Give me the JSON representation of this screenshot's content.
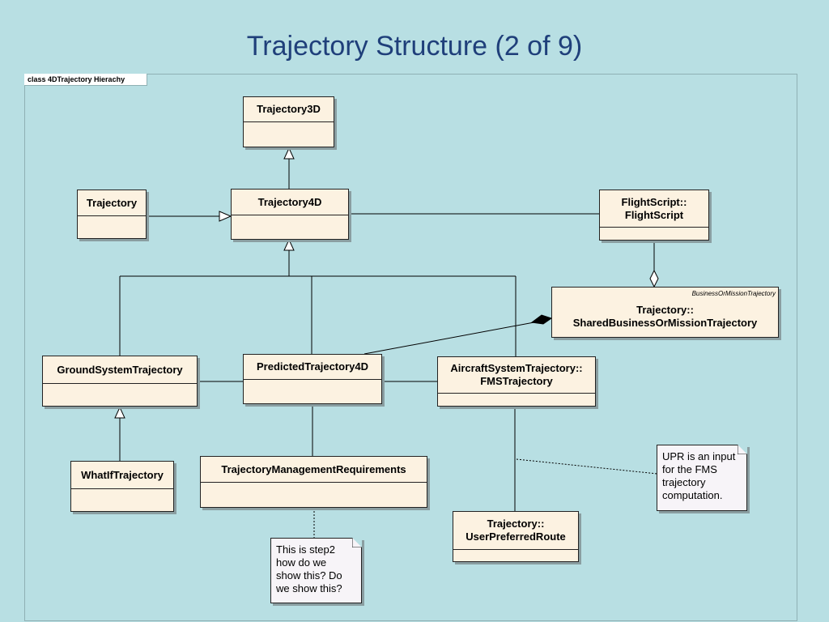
{
  "slide": {
    "title": "Trajectory Structure (2 of 9)"
  },
  "frame": {
    "label": "class 4DTrajectory Hierachy"
  },
  "classes": {
    "trajectory3d": {
      "name": "Trajectory3D"
    },
    "trajectory": {
      "name": "Trajectory"
    },
    "trajectory4d": {
      "name": "Trajectory4D"
    },
    "flightscript": {
      "line1": "FlightScript::",
      "line2": "FlightScript"
    },
    "shared": {
      "stereotype": "BusinessOrMissionTrajectory",
      "line1": "Trajectory::",
      "line2": "SharedBusinessOrMissionTrajectory"
    },
    "ground": {
      "name": "GroundSystemTrajectory"
    },
    "predicted": {
      "name": "PredictedTrajectory4D"
    },
    "aircraft": {
      "line1": "AircraftSystemTrajectory::",
      "line2": "FMSTrajectory"
    },
    "whatif": {
      "name": "WhatIfTrajectory"
    },
    "tmr": {
      "name": "TrajectoryManagementRequirements"
    },
    "upr": {
      "line1": "Trajectory::",
      "line2": "UserPreferredRoute"
    }
  },
  "notes": {
    "step2": {
      "lines": [
        "This is step2",
        "how do we",
        "show this? Do",
        "we show this?"
      ]
    },
    "upr_input": {
      "lines": [
        "UPR is an input",
        "for the FMS",
        "trajectory",
        "computation."
      ]
    }
  },
  "colors": {
    "background": "#b8dfe3",
    "class_fill": "#fcf2e1",
    "note_fill": "#f7f4f8",
    "title": "#1f3f7a"
  }
}
